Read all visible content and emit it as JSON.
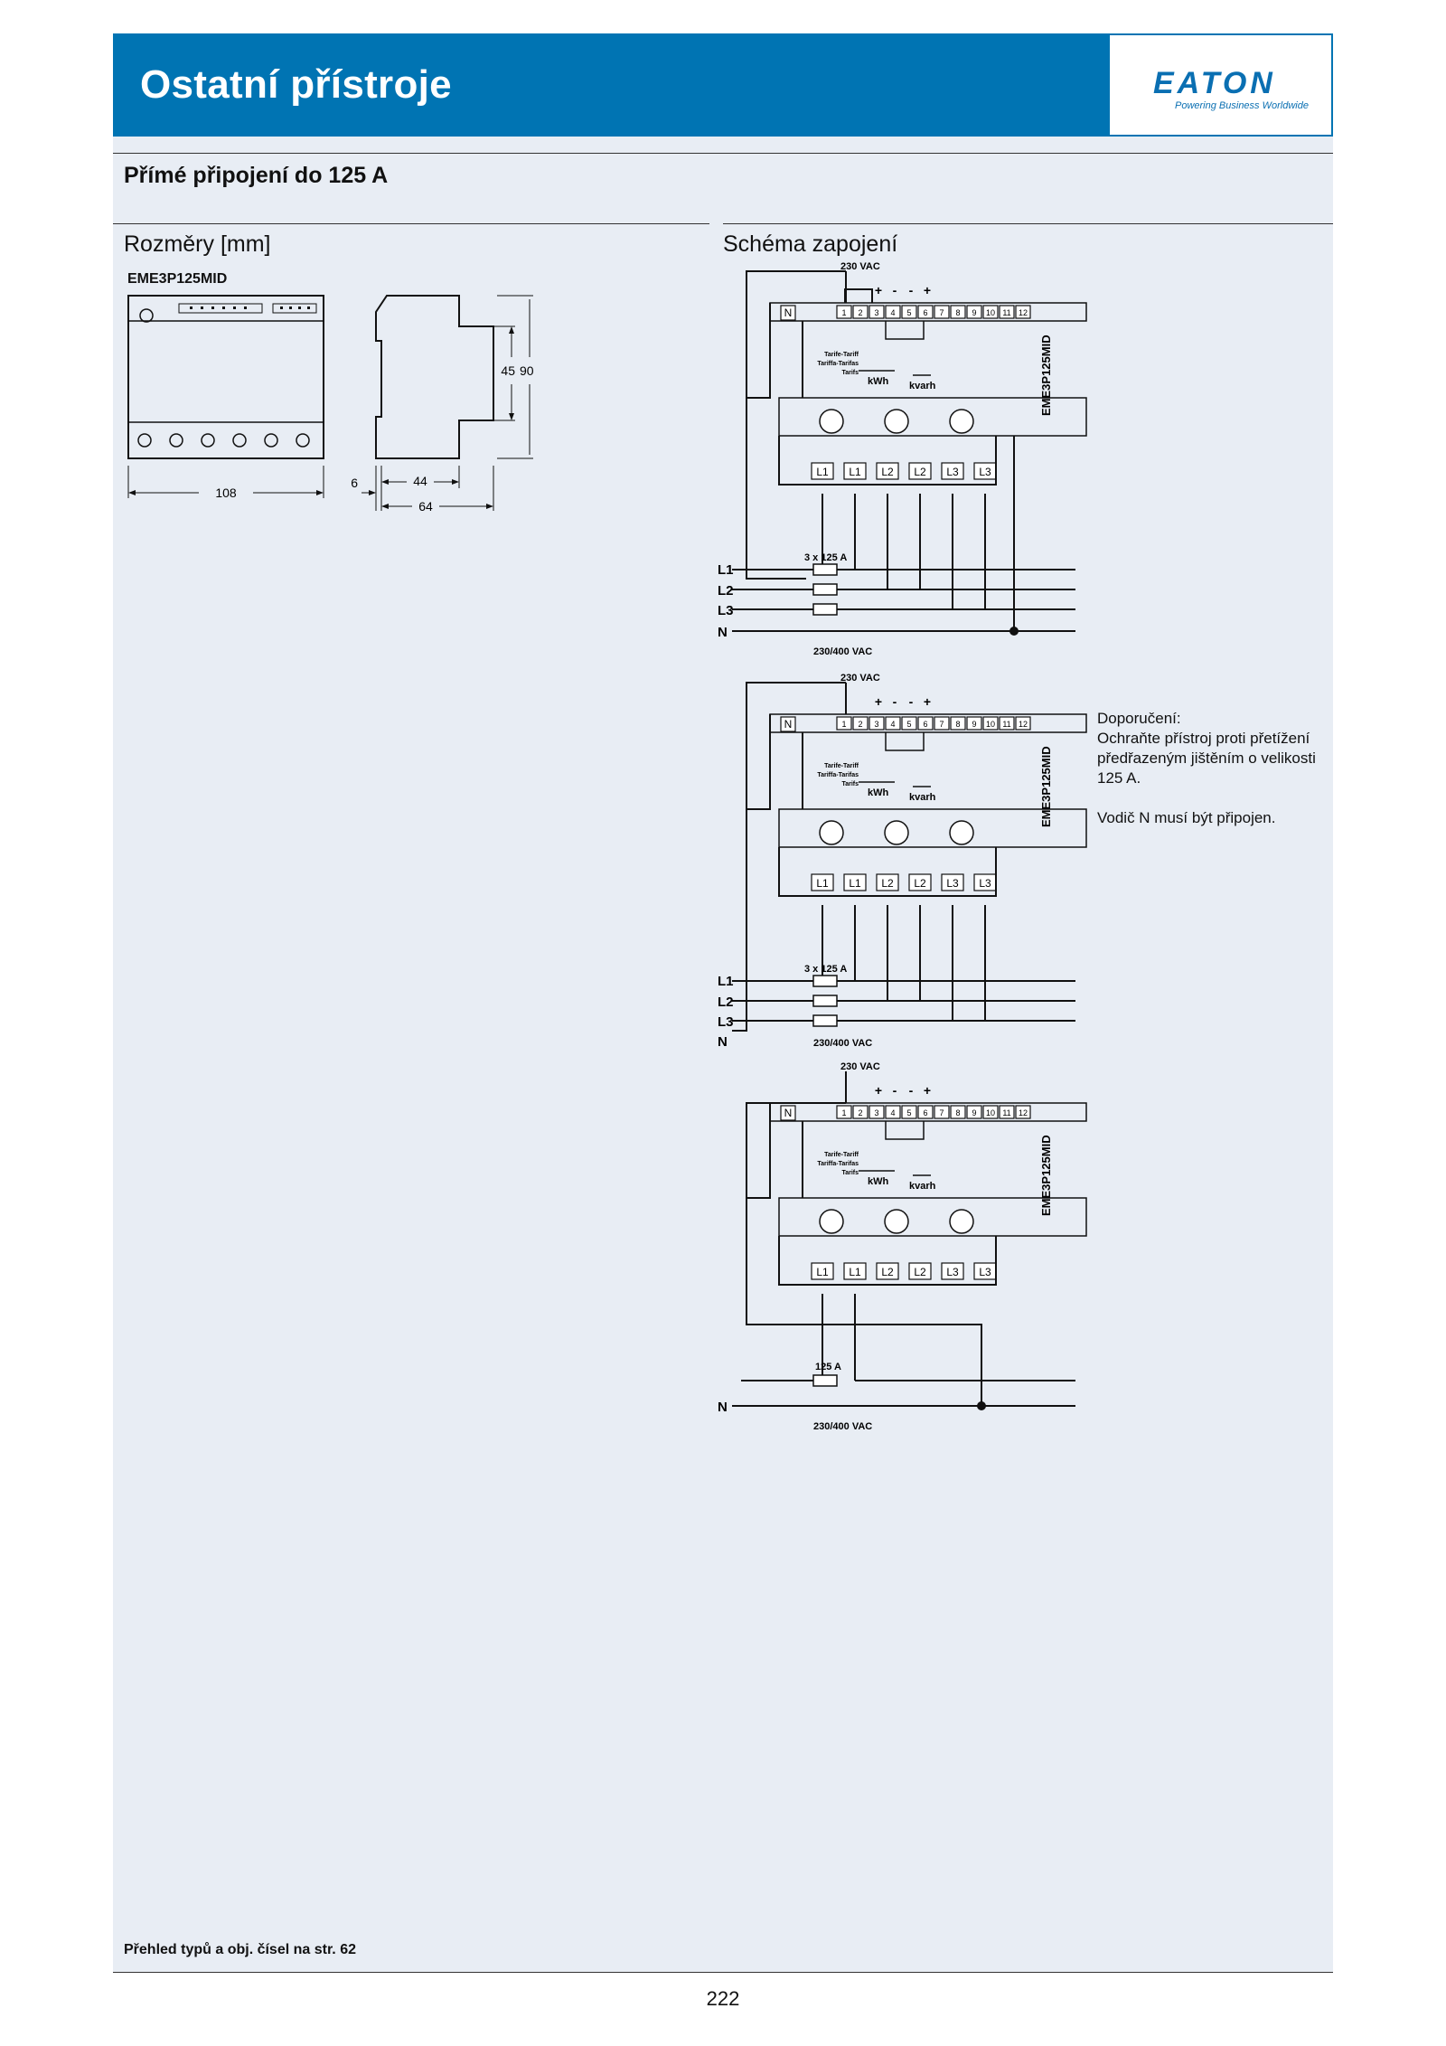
{
  "header": {
    "title": "Ostatní přístroje",
    "logo_text": "EATON",
    "logo_tagline": "Powering Business Worldwide"
  },
  "section_title": "Přímé připojení do 125 A",
  "dimensions": {
    "heading": "Rozměry [mm]",
    "model": "EME3P125MID",
    "width_label": "108",
    "depth_labels": [
      "6",
      "44",
      "64"
    ],
    "height_labels": [
      "45",
      "90"
    ]
  },
  "wiring": {
    "heading": "Schéma zapojení",
    "diagrams": [
      {
        "supply_top": "230 VAC",
        "supply_bottom": "230/400 VAC",
        "fuse": "3 x 125 A",
        "lines": [
          "L1",
          "L2",
          "L3",
          "N"
        ],
        "model": "EME3P125MID"
      },
      {
        "supply_top": "230 VAC",
        "supply_bottom": "230/400 VAC",
        "fuse": "3 x 125 A",
        "lines": [
          "L1",
          "L2",
          "L3",
          "N"
        ],
        "model": "EME3P125MID"
      },
      {
        "supply_top": "230 VAC",
        "supply_bottom": "230/400 VAC",
        "fuse": "125 A",
        "lines": [
          "N"
        ],
        "model": "EME3P125MID"
      }
    ],
    "terminal_block": {
      "neutral": "N",
      "terminals": [
        "1",
        "2",
        "3",
        "4",
        "5",
        "6",
        "7",
        "8",
        "9",
        "10",
        "11",
        "12"
      ],
      "polarity": [
        "+",
        "-",
        "-",
        "+"
      ],
      "tariff_labels": [
        "Tarife-Tariff",
        "Tariffa-Tarifas",
        "Tarifs"
      ],
      "kwh": "kWh",
      "kvarh": "kvarh",
      "phase_terminals": [
        "L1",
        "L1",
        "L2",
        "L2",
        "L3",
        "L3"
      ]
    }
  },
  "recommendation": {
    "title": "Doporučení:",
    "text": "Ochraňte přístroj proti přetížení předřazeným jištěním o velikosti 125 A.",
    "neutral_note": "Vodič N musí být připojen."
  },
  "footer": {
    "reference": "Přehled typů a obj. čísel na str. 62",
    "page_number": "222"
  }
}
